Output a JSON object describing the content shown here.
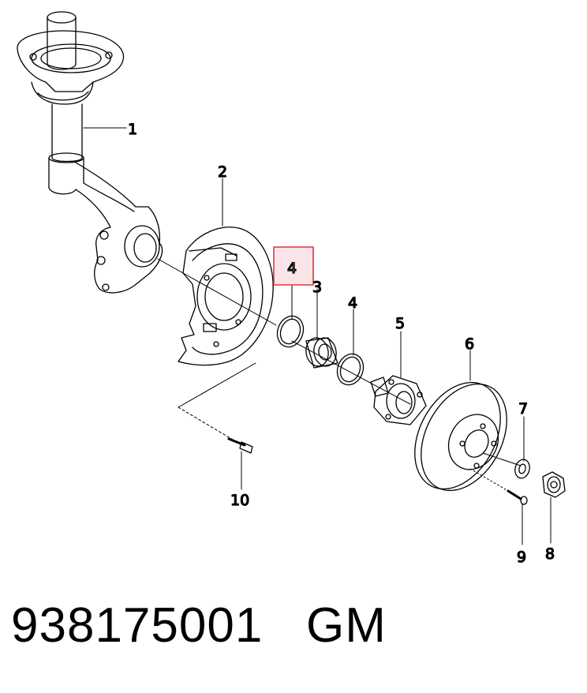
{
  "callouts": {
    "c1": "1",
    "c2": "2",
    "c3": "3",
    "c4_highlighted": "4",
    "c4": "4",
    "c5": "5",
    "c6": "6",
    "c7": "7",
    "c8": "8",
    "c9": "9",
    "c10": "10"
  },
  "highlight_color": "#e0353d",
  "highlight_fill": "#fbe4e8",
  "footer": {
    "part_number": "938175001",
    "brand": "GM"
  }
}
